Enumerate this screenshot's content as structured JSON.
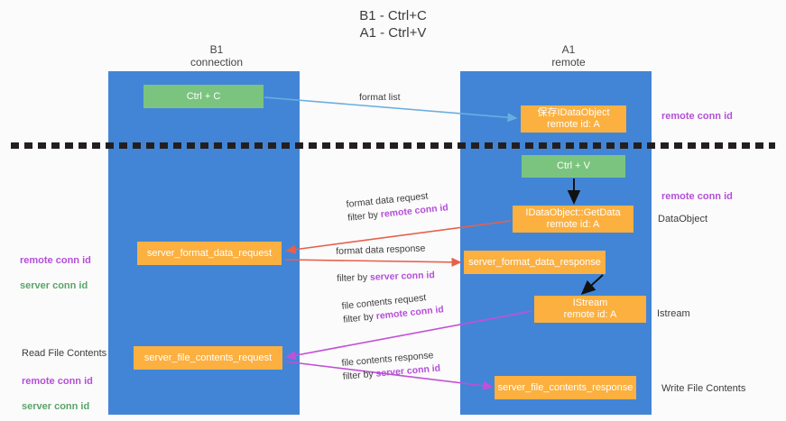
{
  "title": "B1 - Ctrl+C\nA1 - Ctrl+V",
  "columns": {
    "left": {
      "name": "B1",
      "role": "connection",
      "label": "B1\nconnection"
    },
    "right": {
      "name": "A1",
      "role": "remote",
      "label": "A1\nremote"
    }
  },
  "nodes": {
    "ctrl_c": {
      "label": "Ctrl + C",
      "color": "#7bc47f",
      "lane": "B1"
    },
    "dataobject_store": {
      "label": "保存IDataObject\nremote id: A",
      "color": "#fbb040",
      "lane": "A1"
    },
    "ctrl_v": {
      "label": "Ctrl + V",
      "color": "#7bc47f",
      "lane": "A1"
    },
    "getdata": {
      "label": "IDataObject::GetData\nremote id: A",
      "color": "#fbb040",
      "lane": "A1"
    },
    "server_format_data_request": {
      "label": "server_format_data_request",
      "color": "#fbb040",
      "lane": "B1"
    },
    "server_format_data_response": {
      "label": "server_format_data_response",
      "color": "#fbb040",
      "lane": "A1"
    },
    "istream": {
      "label": "IStream\nremote id: A",
      "color": "#fbb040",
      "lane": "A1"
    },
    "server_file_contents_request": {
      "label": "server_file_contents_request",
      "color": "#fbb040",
      "lane": "B1"
    },
    "server_file_contents_response": {
      "label": "server_file_contents_response",
      "color": "#fbb040",
      "lane": "A1"
    }
  },
  "edges": {
    "format_list": {
      "label": "format list",
      "color": "#6aaee0"
    },
    "format_data_request": {
      "line1": "format data request",
      "line2_prefix": "filter by ",
      "line2_key": "remote conn id",
      "color": "#e8604c"
    },
    "format_data_response": {
      "line1": "format data response",
      "line2_prefix": "filter by ",
      "line2_key": "server conn id",
      "color": "#e8604c"
    },
    "file_contents_request": {
      "line1": "file contents request",
      "line2_prefix": "filter by ",
      "line2_key": "remote conn id",
      "color": "#c44fd8"
    },
    "file_contents_response": {
      "line1": "file contents response",
      "line2_prefix": "filter by ",
      "line2_key": "server conn id",
      "color": "#c44fd8"
    }
  },
  "annotations": {
    "right": {
      "remote_conn_id_top": "remote conn id",
      "remote_conn_id_mid": "remote conn id",
      "dataobject": "DataObject",
      "istream": "Istream",
      "write_file_contents": "Write File Contents"
    },
    "left": {
      "remote_conn_id": "remote conn id",
      "server_conn_id": "server conn id",
      "read_file_contents": "Read File Contents",
      "remote_conn_id_2": "remote conn id",
      "server_conn_id_2": "server conn id"
    }
  },
  "colors": {
    "lane": "#4285d6",
    "green_node": "#7bc47f",
    "orange_node": "#fbb040",
    "purple_text": "#b44fd8",
    "green_text": "#5aa469",
    "red_arrow": "#e8604c",
    "purple_arrow": "#c44fd8",
    "blue_arrow": "#6aaee0",
    "divider": "#231f20",
    "background": "#fbfbfb"
  }
}
